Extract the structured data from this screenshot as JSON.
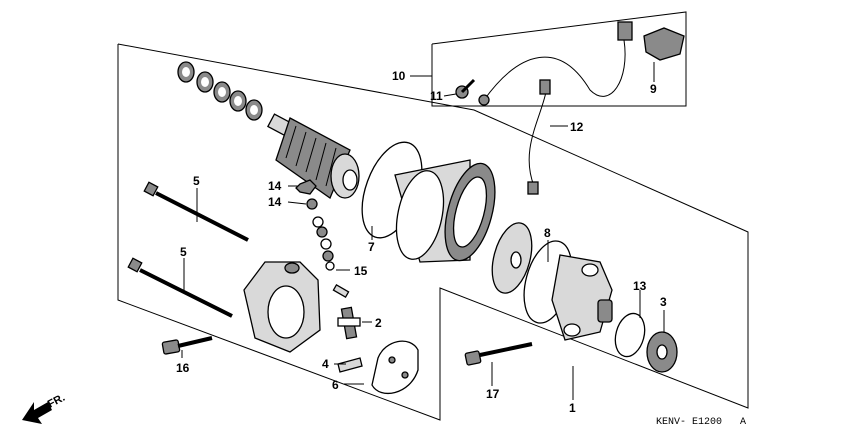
{
  "callouts": {
    "c1": "1",
    "c2": "2",
    "c3": "3",
    "c4": "4",
    "c5a": "5",
    "c5b": "5",
    "c6": "6",
    "c7": "7",
    "c8": "8",
    "c9": "9",
    "c10": "10",
    "c11": "11",
    "c12": "12",
    "c13": "13",
    "c14a": "14",
    "c14b": "14",
    "c15": "15",
    "c16": "16",
    "c17": "17"
  },
  "diagram_code": "KENV- E1200",
  "diagram_suffix": "A",
  "front_label": "FR.",
  "icons": [
    "front-direction-arrow-icon"
  ]
}
